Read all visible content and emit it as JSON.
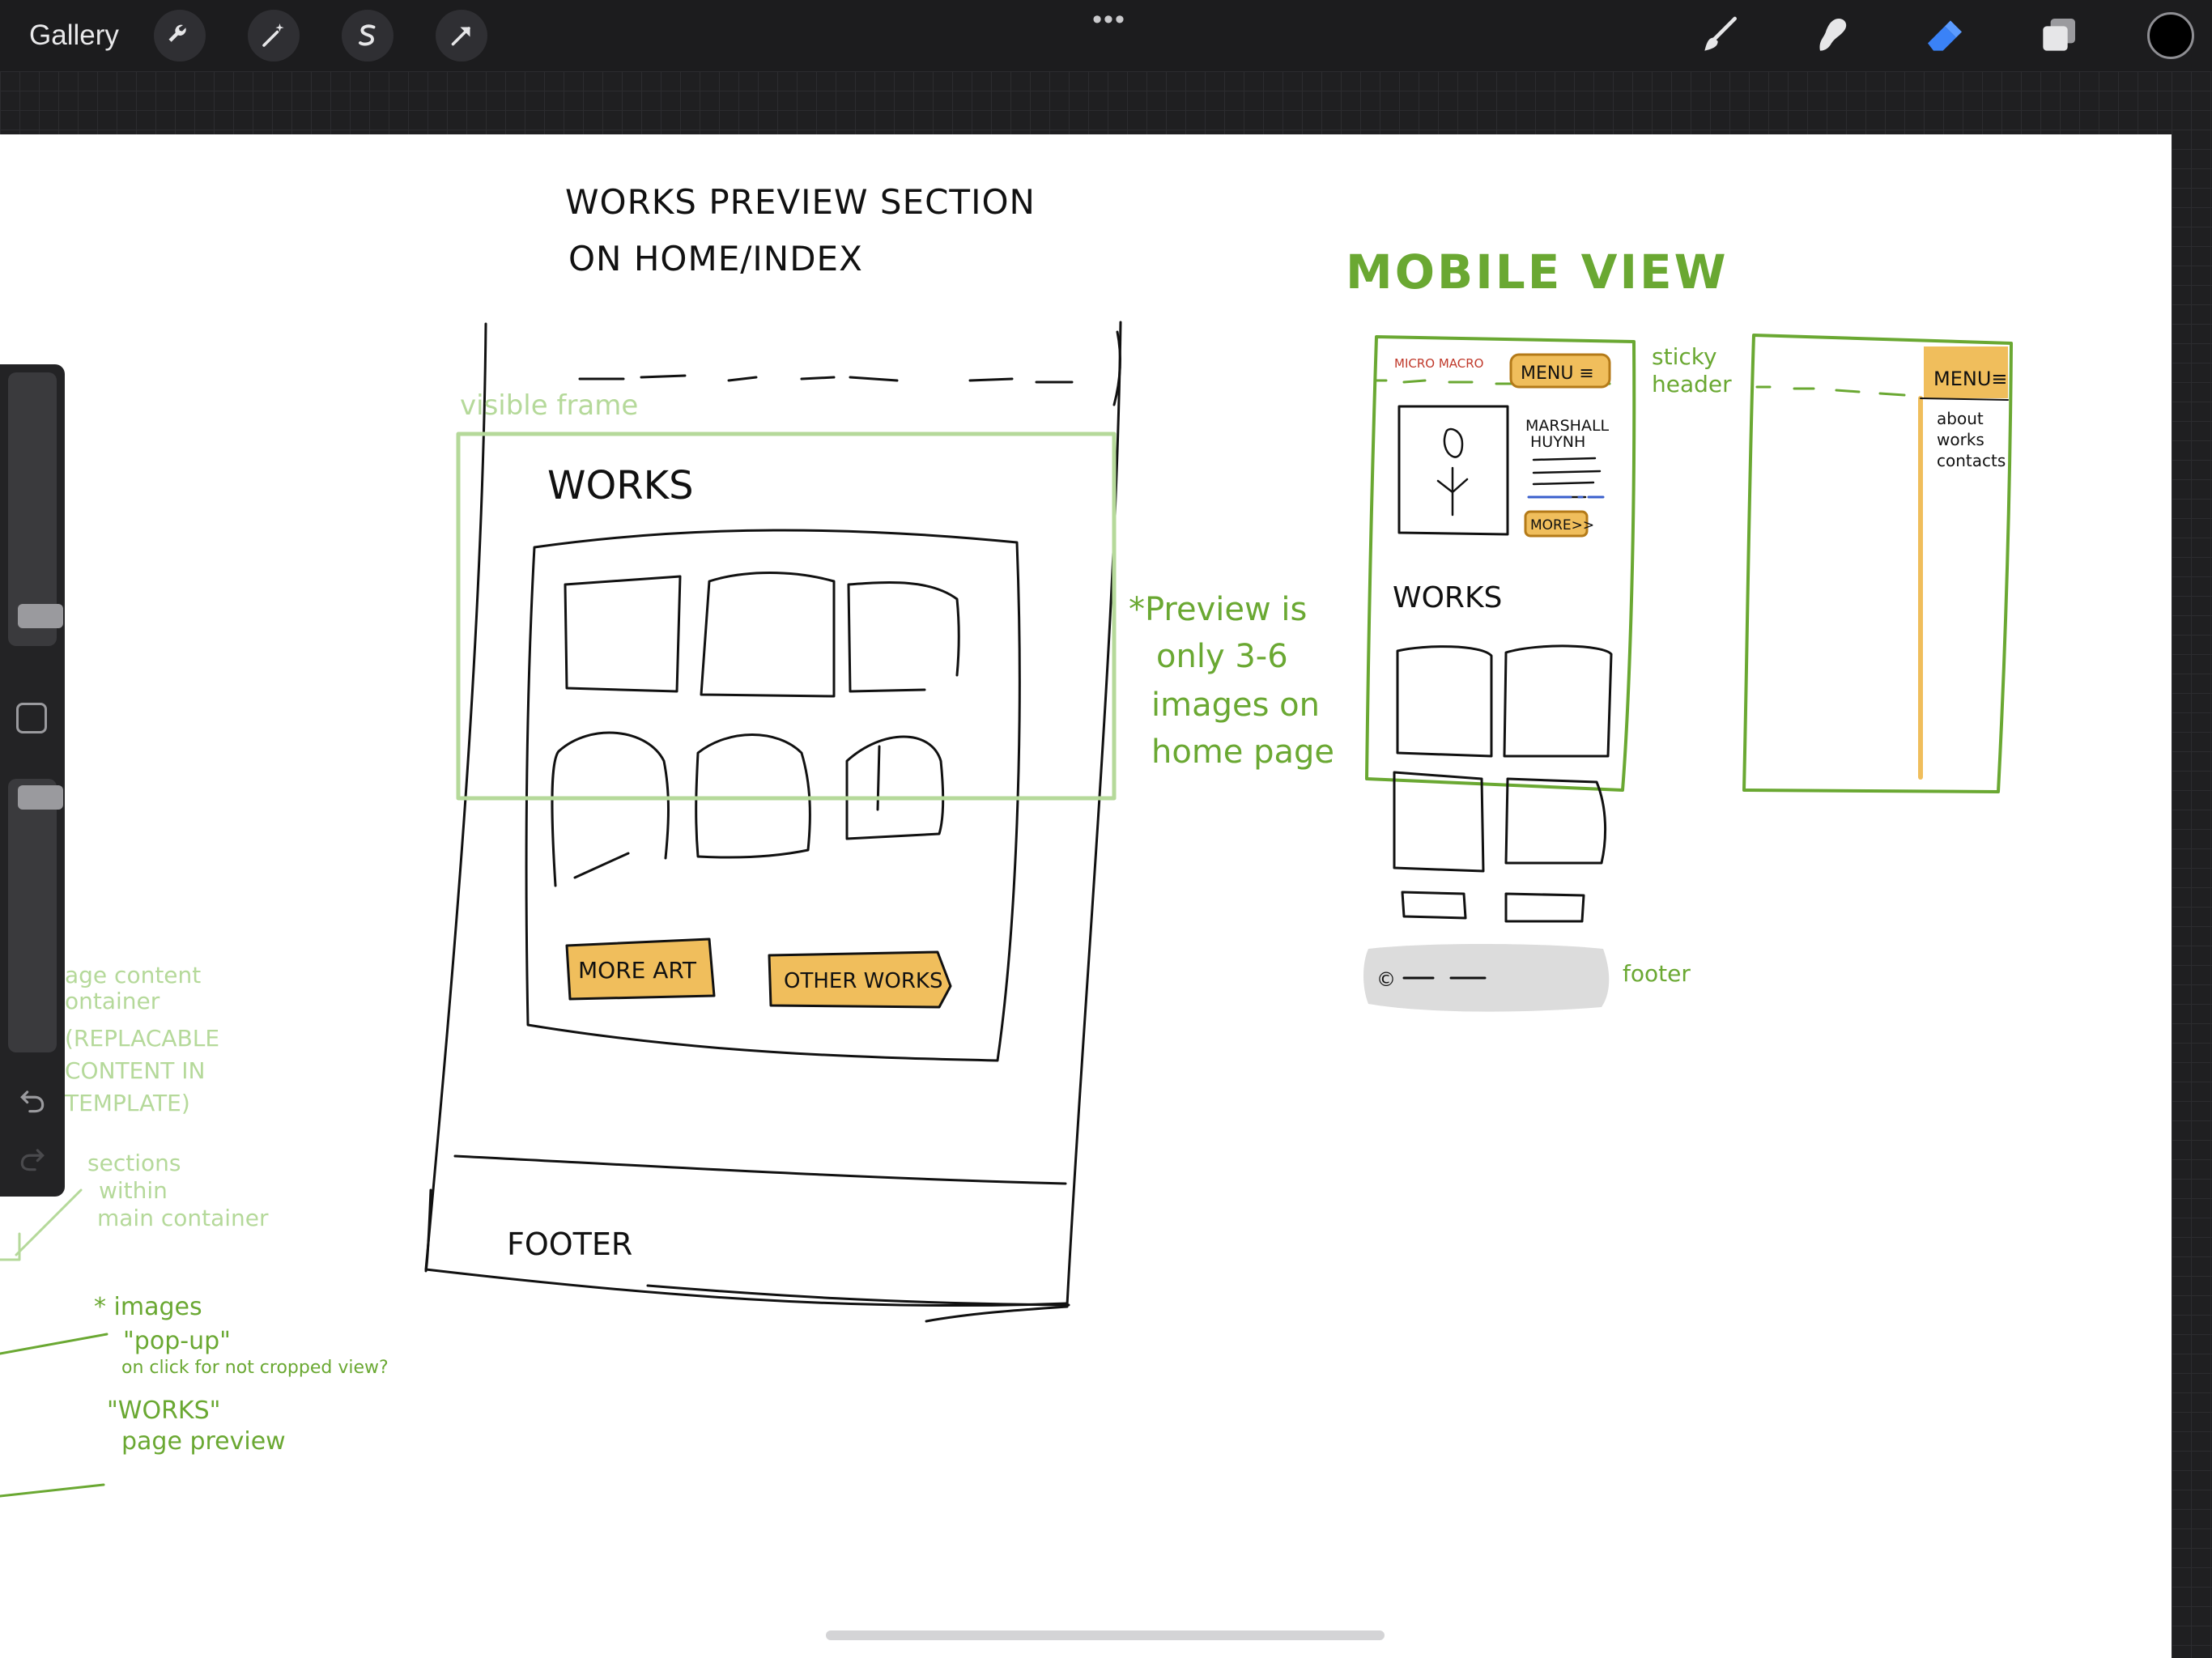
{
  "toolbar": {
    "gallery_label": "Gallery",
    "left_tools": [
      {
        "name": "actions",
        "icon": "wrench-icon"
      },
      {
        "name": "adjustments",
        "icon": "magic-wand-icon"
      },
      {
        "name": "selection",
        "icon": "selection-s-icon"
      },
      {
        "name": "transform",
        "icon": "arrow-cursor-icon"
      }
    ],
    "more_label": "•••",
    "right_tools": [
      {
        "name": "brush",
        "icon": "brush-icon",
        "active": false
      },
      {
        "name": "smudge",
        "icon": "smudge-icon",
        "active": false
      },
      {
        "name": "eraser",
        "icon": "eraser-icon",
        "active": true
      },
      {
        "name": "layers",
        "icon": "layers-icon",
        "active": false
      }
    ],
    "current_color": "#000000",
    "accent_color": "#3a82f7"
  },
  "sidebar": {
    "tools": [
      "brush-size-slider",
      "modify-button",
      "opacity-slider",
      "undo-icon",
      "redo-icon"
    ]
  },
  "sketch": {
    "title_line1": "WORKS PREVIEW SECTION",
    "title_line2": "ON HOME/INDEX",
    "visible_frame_label": "visible frame",
    "works_heading": "WORKS",
    "more_art_button": "MORE ART",
    "other_works_button": "OTHER WORKS",
    "footer_label": "FOOTER",
    "preview_note": [
      "*Preview is",
      "only 3-6",
      "images on",
      "home page"
    ],
    "left_notes": {
      "page_content": [
        "age content",
        "ontainer",
        "(REPLACABLE",
        "CONTENT IN",
        "TEMPLATE)"
      ],
      "sections": [
        "sections",
        "within",
        "main container"
      ],
      "images_note": [
        "* images",
        "\"pop-up\"",
        "on click for not cropped view?",
        "\"WORKS\"",
        "page preview"
      ]
    },
    "mobile": {
      "title": "MOBILE VIEW",
      "logo_text": "MICRO MACRO",
      "menu_label": "MENU ≡",
      "sticky_label": [
        "sticky",
        "header"
      ],
      "name_label": [
        "MARSHALL",
        "HUYNH"
      ],
      "more_button": "MORE>>",
      "works_heading": "WORKS",
      "footer_label": "footer",
      "footer_copyright": "©",
      "menu_open_label": "MENU≡",
      "menu_items": [
        "about",
        "works",
        "contacts"
      ]
    },
    "colors": {
      "ink": "#111111",
      "green": "#6aa832",
      "light_green": "#b5d99a",
      "orange": "#f0be5c",
      "gray_footer": "#dcdcdc"
    }
  }
}
